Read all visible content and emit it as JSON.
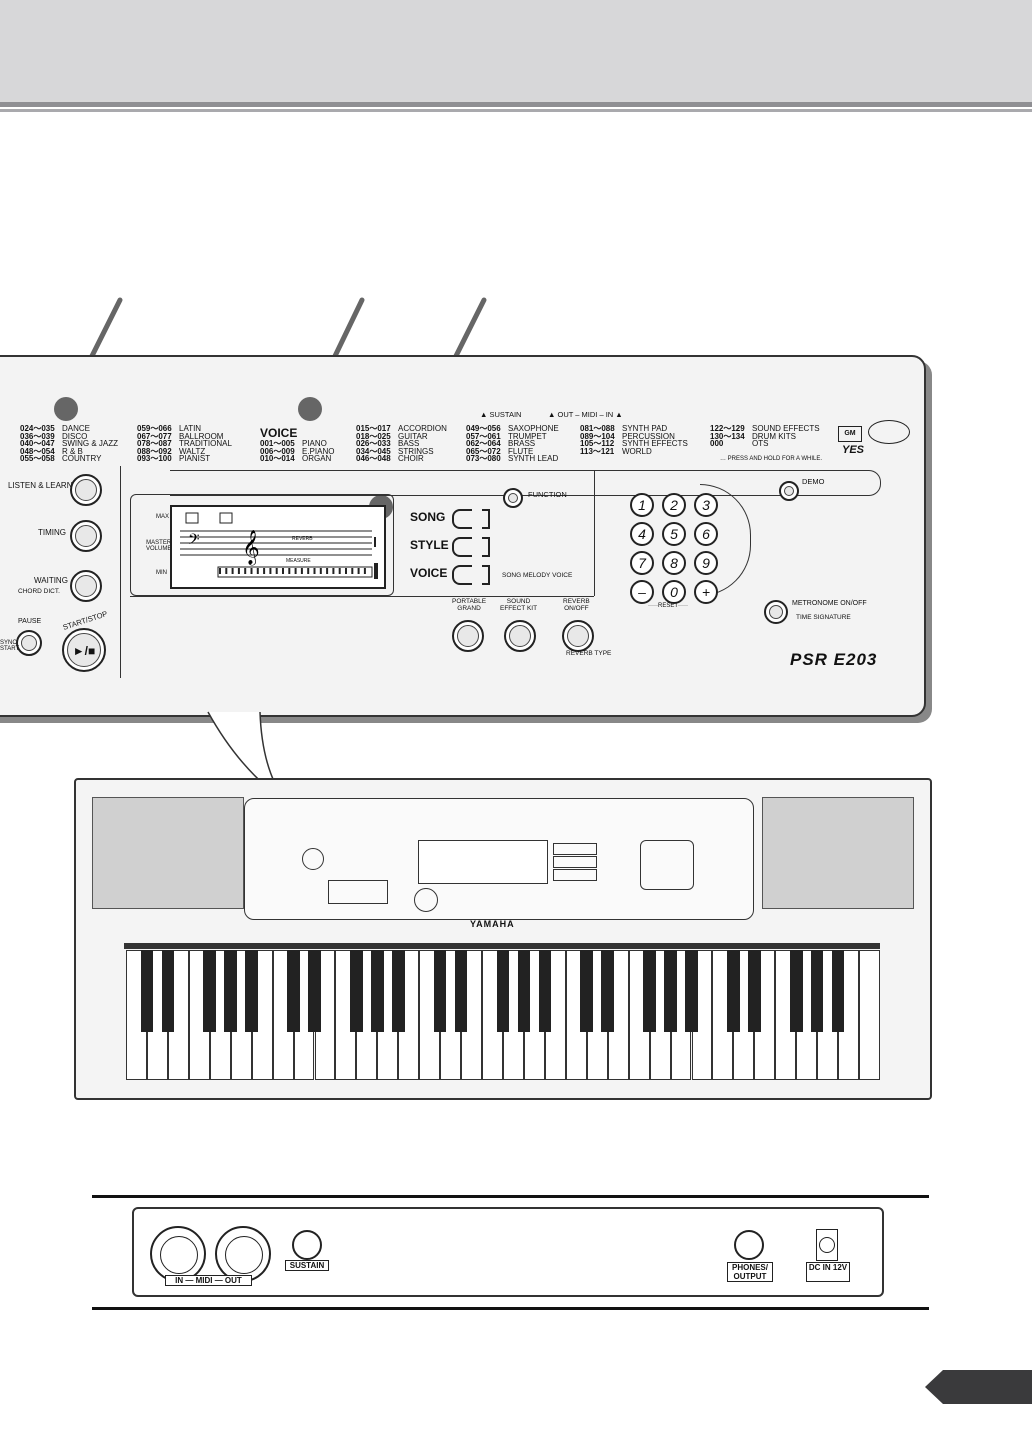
{
  "voice_list": {
    "col1": [
      {
        "n": "024～035",
        "v": "DANCE"
      },
      {
        "n": "036～039",
        "v": "DISCO"
      },
      {
        "n": "040～047",
        "v": "SWING & JAZZ"
      },
      {
        "n": "048～054",
        "v": "R & B"
      },
      {
        "n": "055～058",
        "v": "COUNTRY"
      }
    ],
    "col2": [
      {
        "n": "059～066",
        "v": "LATIN"
      },
      {
        "n": "067～077",
        "v": "BALLROOM"
      },
      {
        "n": "078～087",
        "v": "TRADITIONAL"
      },
      {
        "n": "088～092",
        "v": "WALTZ"
      },
      {
        "n": "093～100",
        "v": "PIANIST"
      }
    ],
    "voice_title": "VOICE",
    "col3": [
      {
        "n": "001～005",
        "v": "PIANO"
      },
      {
        "n": "006～009",
        "v": "E.PIANO"
      },
      {
        "n": "010～014",
        "v": "ORGAN"
      }
    ],
    "col4": [
      {
        "n": "015～017",
        "v": "ACCORDION"
      },
      {
        "n": "018～025",
        "v": "GUITAR"
      },
      {
        "n": "026～033",
        "v": "BASS"
      },
      {
        "n": "034～045",
        "v": "STRINGS"
      },
      {
        "n": "046～048",
        "v": "CHOIR"
      }
    ],
    "col5": [
      {
        "n": "049～056",
        "v": "SAXOPHONE"
      },
      {
        "n": "057～061",
        "v": "TRUMPET"
      },
      {
        "n": "062～064",
        "v": "BRASS"
      },
      {
        "n": "065～072",
        "v": "FLUTE"
      },
      {
        "n": "073～080",
        "v": "SYNTH LEAD"
      }
    ],
    "col6": [
      {
        "n": "081～088",
        "v": "SYNTH PAD"
      },
      {
        "n": "089～104",
        "v": "PERCUSSION"
      },
      {
        "n": "105～112",
        "v": "SYNTH EFFECTS"
      },
      {
        "n": "113～121",
        "v": "WORLD"
      }
    ],
    "col7": [
      {
        "n": "122～129",
        "v": "SOUND EFFECTS"
      },
      {
        "n": "130～134",
        "v": "DRUM KITS"
      },
      {
        "n": "000",
        "v": "OTS"
      }
    ],
    "sustain": "▲ SUSTAIN",
    "outmidiin": "▲ OUT – MIDI – IN ▲",
    "press_hold": "… PRESS AND HOLD FOR A WHILE."
  },
  "panel": {
    "listen_learn": "LISTEN & LEARN",
    "timing": "TIMING",
    "waiting": "WAITING",
    "chord_dict": "CHORD DICT.",
    "pause": "PAUSE",
    "sync_start": "SYNC\nSTART",
    "start_stop": "START/STOP",
    "play_stop": "►/■",
    "max": "MAX",
    "master_volume": "MASTER\nVOLUME",
    "min": "MIN",
    "reverb": "REVERB",
    "measure": "MEASURE",
    "function": "FUNCTION",
    "song": "SONG",
    "style": "STYLE",
    "voice": "VOICE",
    "song_melody_voice": "SONG MELODY VOICE",
    "portable_grand": "PORTABLE\nGRAND",
    "sound_effect_kit": "SOUND\nEFFECT KIT",
    "reverb_onoff": "REVERB\nON/OFF",
    "reverb_type": "REVERB TYPE",
    "demo": "DEMO",
    "metronome": "METRONOME ON/OFF",
    "time_signature": "TIME SIGNATURE",
    "reset": "·····RESET·····",
    "model": "PSR E203",
    "keys": [
      "1",
      "2",
      "3",
      "4",
      "5",
      "6",
      "7",
      "8",
      "9",
      "–",
      "0",
      "+"
    ]
  },
  "keyboard": {
    "brand": "YAMAHA"
  },
  "rear": {
    "midi_label": "IN — MIDI — OUT",
    "sustain": "SUSTAIN",
    "phones": "PHONES/\nOUTPUT",
    "dcin": "DC IN 12V"
  }
}
